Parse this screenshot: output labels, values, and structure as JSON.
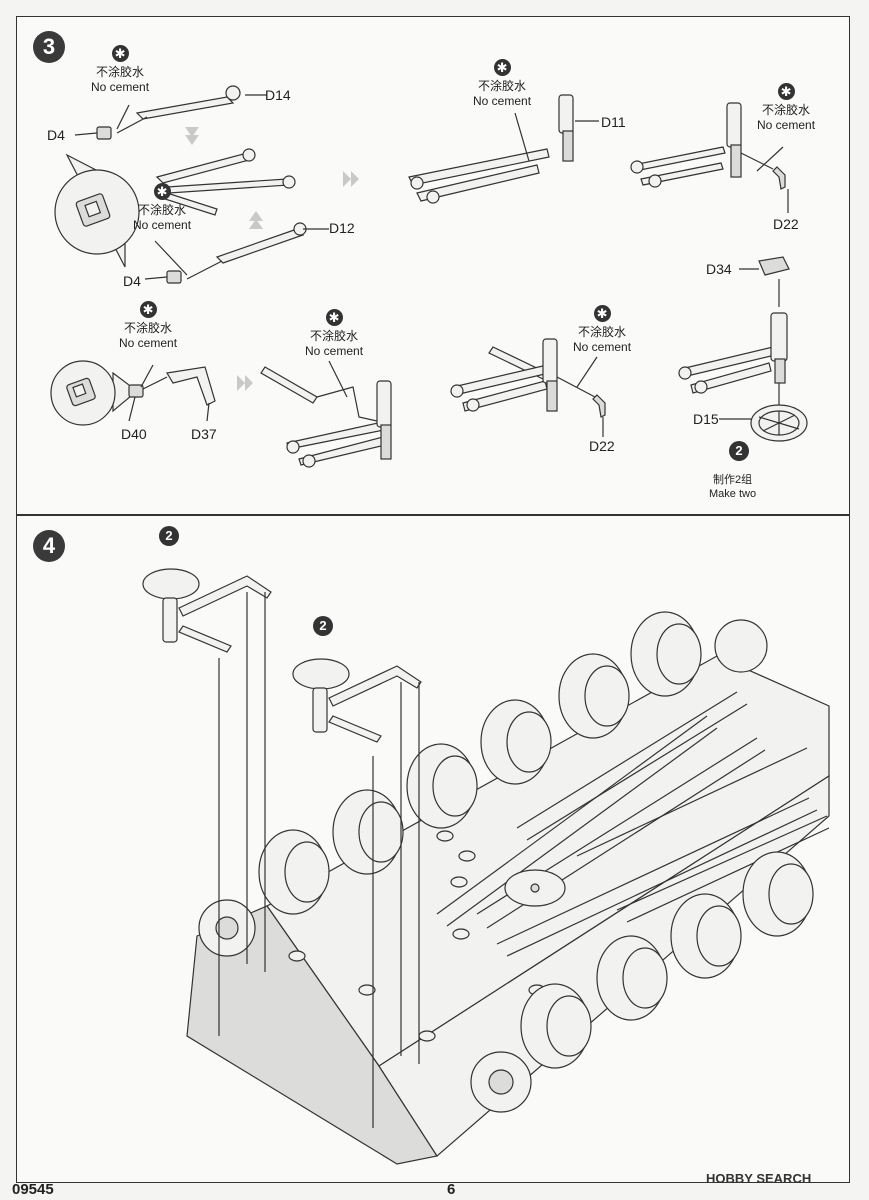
{
  "steps": {
    "step3": {
      "number": "3",
      "no_cement_cn": "不涂胶水",
      "no_cement_en": "No cement",
      "parts": {
        "d14": "D14",
        "d4a": "D4",
        "d12": "D12",
        "d4b": "D4",
        "d11": "D11",
        "d22a": "D22",
        "d34": "D34",
        "d15": "D15",
        "d40": "D40",
        "d37": "D37",
        "d22b": "D22"
      },
      "sub_marker": "2",
      "make_cn": "制作2组",
      "make_en": "Make two"
    },
    "step4": {
      "number": "4",
      "sub_marker_left": "2",
      "sub_marker_right": "2"
    }
  },
  "footer": {
    "code": "09545",
    "page": "6"
  },
  "watermark": "HOBBY SEARCH",
  "icons": {
    "no_cement": "asterisk-icon",
    "flow_arrow": "chevron-right-icon",
    "wheel": "road-wheel-icon"
  }
}
